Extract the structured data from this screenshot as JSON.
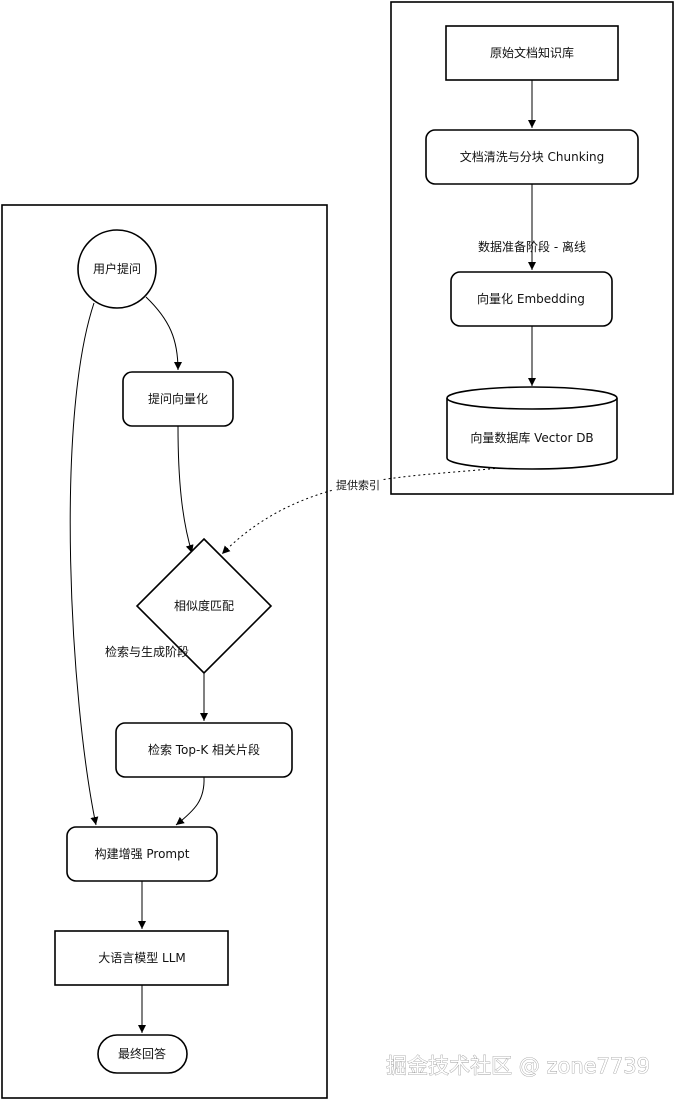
{
  "stages": {
    "offline": "数据准备阶段 - 离线",
    "online": "检索与生成阶段"
  },
  "offline_nodes": {
    "kb": "原始文档知识库",
    "chunk": "文档清洗与分块 Chunking",
    "embed": "向量化 Embedding",
    "vdb": "向量数据库 Vector DB"
  },
  "online_nodes": {
    "question": "用户提问",
    "qvec": "提问向量化",
    "match": "相似度匹配",
    "topk": "检索 Top-K 相关片段",
    "prompt": "构建增强 Prompt",
    "llm": "大语言模型 LLM",
    "answer": "最终回答"
  },
  "edge_labels": {
    "index": "提供索引"
  },
  "watermark": "掘金技术社区 @ zone7739"
}
